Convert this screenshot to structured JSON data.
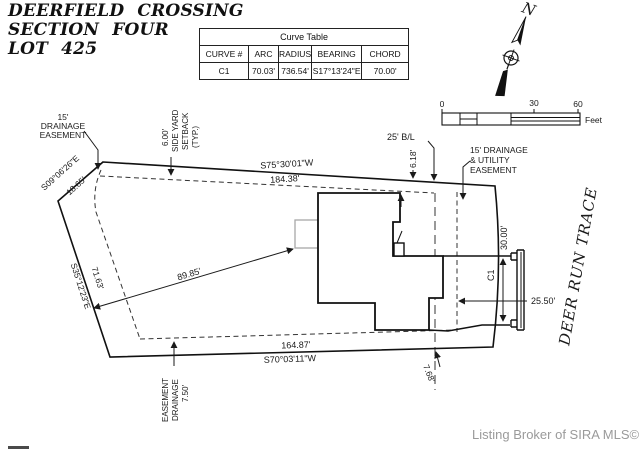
{
  "title": {
    "lines": [
      "DEERFIELD CROSSING",
      "SECTION FOUR",
      "LOT 425"
    ]
  },
  "curve_table": {
    "title": "Curve Table",
    "headers": [
      "CURVE #",
      "ARC",
      "RADIUS",
      "BEARING",
      "CHORD"
    ],
    "rows": [
      [
        "C1",
        "70.03'",
        "736.54'",
        "S17°13'24\"E",
        "70.00'"
      ]
    ]
  },
  "north_arrow": {
    "label": "N"
  },
  "scale_bar": {
    "ticks": [
      "0",
      "30",
      "60"
    ],
    "unit": "Feet"
  },
  "boundary_labels": {
    "top_bearing": "S75°30'01\"W",
    "top_distance": "184.38'",
    "left_upper_bearing": "S09°06'26\"E",
    "left_upper_distance": "18.65'",
    "left_lower_bearing": "S35°12'23\"E",
    "left_lower_distance": "71.63'",
    "bottom_distance": "164.87'",
    "bottom_bearing": "S70°03'11\"W",
    "curve_label": "C1"
  },
  "dimensions": {
    "house_tie": "89.85'",
    "right_width": "30.00'",
    "road_offset": "25.50'",
    "bl_offset": "6.18'",
    "corner_offset": "7.68'"
  },
  "easements": {
    "left": [
      "15'",
      "DRAINAGE",
      "EASEMENT"
    ],
    "side_yard": [
      "6.00'",
      "SIDE YARD",
      "SETBACK",
      "(TYP.)"
    ],
    "building_line": "25' B/L",
    "right": [
      "15' DRAINAGE",
      "& UTILITY",
      "EASEMENT"
    ],
    "bottom": [
      "7.50'",
      "DRAINAGE",
      "EASEMENT"
    ]
  },
  "street": {
    "name": "DEER RUN TRACE"
  },
  "footer": {
    "credit": "Listing Broker of SIRA MLS©"
  },
  "colors": {
    "line": "#1a1a1a",
    "gray_text": "#9a9a9a",
    "porch_gray": "#a8a8a8"
  }
}
